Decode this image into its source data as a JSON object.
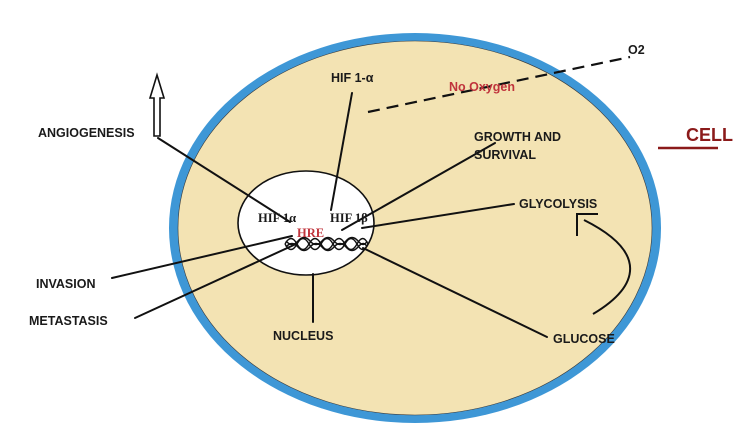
{
  "labels": {
    "hif1a_top": "HIF 1-α",
    "no_oxygen": "No Oxygen",
    "o2": "O2",
    "cell": "CELL",
    "angiogenesis": "ANGIOGENESIS",
    "growth_line1": "GROWTH AND",
    "growth_line2": "SURVIVAL",
    "glycolysis": "GLYCOLYSIS",
    "invasion": "INVASION",
    "metastasis": "METASTASIS",
    "nucleus": "NUCLEUS",
    "glucose": "GLUCOSE",
    "nuc_hif1a": "HIF 1α",
    "nuc_hif1b": "HIF 1β",
    "hre": "HRE"
  },
  "colors": {
    "cytoplasm": "#f3e3b3",
    "membrane": "#3e97d6",
    "red_text": "#c0343c",
    "cell_line": "#8b1a1a",
    "nucleus": "#ffffff"
  },
  "icons": {
    "up_arrow": "outlined-up-arrow-icon",
    "curved_arrow": "curved-feedback-arrow-icon",
    "dna": "dna-strand-icon"
  }
}
